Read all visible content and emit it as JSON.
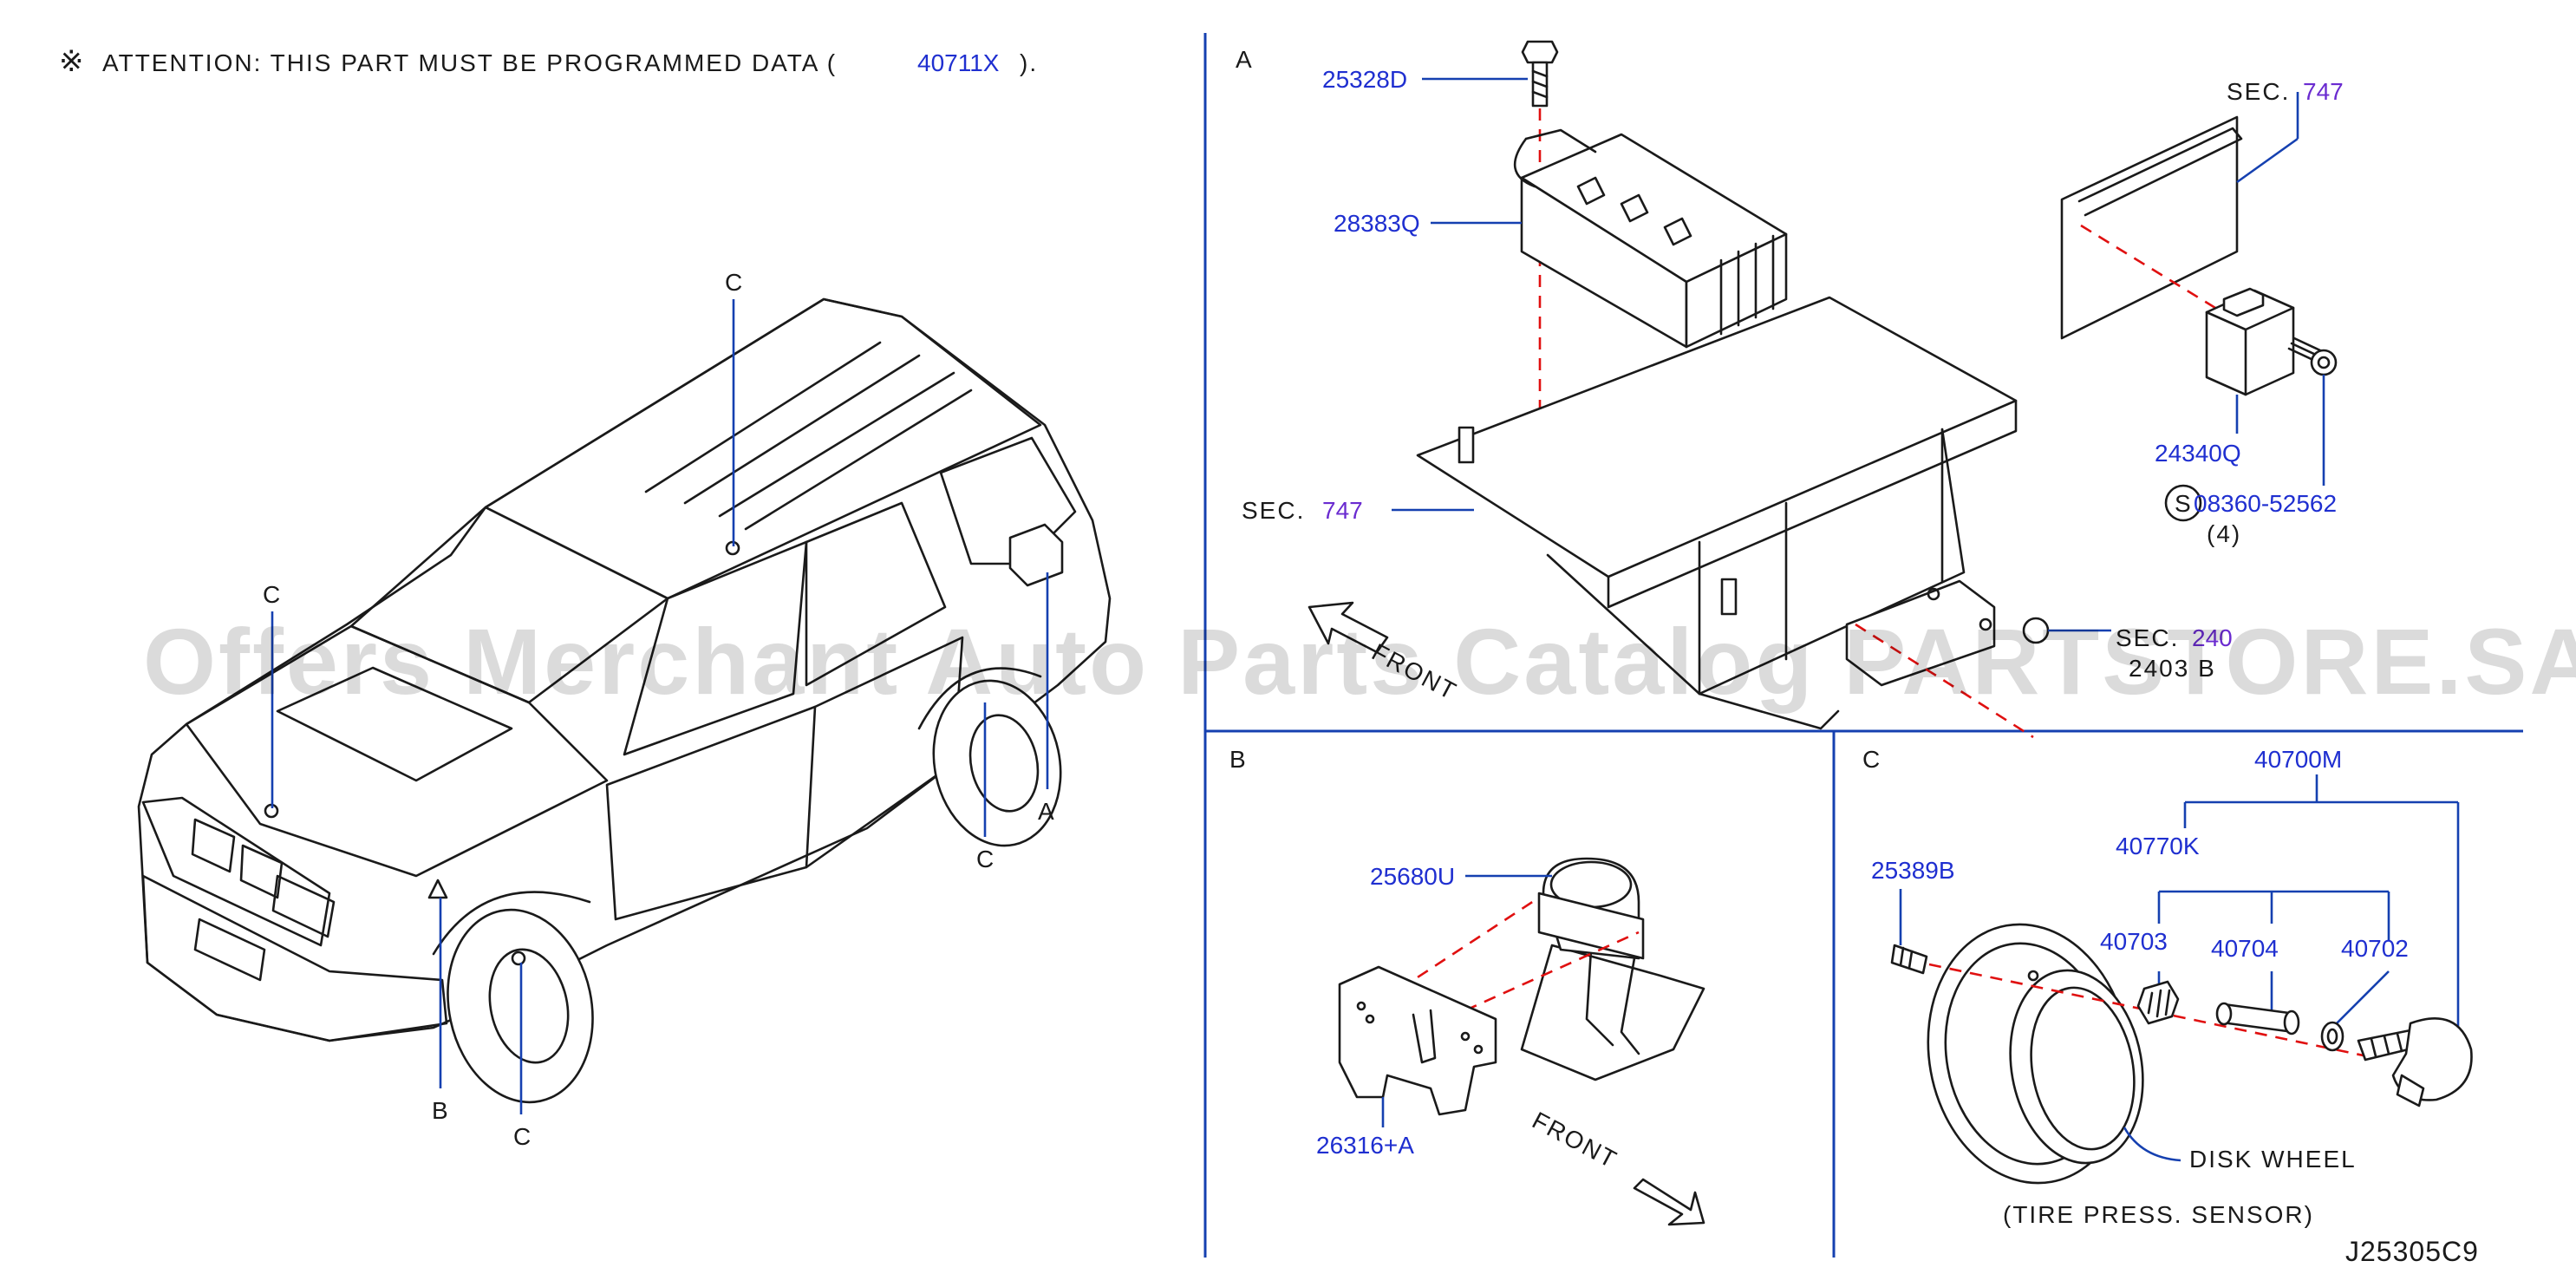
{
  "attention": {
    "symbol": "※",
    "text": "ATTENTION:  THIS  PART  MUST  BE  PROGRAMMED  DATA  (",
    "part": "40711X",
    "close": ")."
  },
  "vehicle_callouts": {
    "roof": "C",
    "hood": "C",
    "rear_box": "A",
    "rear_wheel": "C",
    "front_bumper": "B",
    "front_wheel": "C"
  },
  "section_a": {
    "title": "A",
    "parts": {
      "bolt": "25328D",
      "control_unit": "28383Q",
      "sec_right_label": "SEC.",
      "sec_right_num": "747",
      "module": "24340Q",
      "screw_prefix": "S",
      "screw": "08360-52562",
      "screw_qty": "(4)",
      "sec_left_label": "SEC.",
      "sec_left_num": "747",
      "front": "FRONT",
      "sec_hidden_label": "SEC.",
      "sec_hidden_num": "240",
      "hidden_part": "2403 B"
    }
  },
  "section_b": {
    "title": "B",
    "parts": {
      "horn": "25680U",
      "bracket": "26316+A",
      "front": "FRONT"
    }
  },
  "section_c": {
    "title": "C",
    "parts": {
      "assembly": "40700M",
      "kit": "40770K",
      "cap": "25389B",
      "nut": "40703",
      "valve": "40704",
      "grommet": "40702",
      "disk_wheel": "DISK   WHEEL",
      "sensor_note": "(TIRE   PRESS.   SENSOR)"
    }
  },
  "diagram_code": "J25305C9",
  "watermark": "Offers Merchant Auto Parts Catalog PARTSTORE.SA",
  "colors": {
    "part_number": "#1f2fd0",
    "section_ref": "#6a2bd0",
    "leader": "#1540b0",
    "dashed_guide": "#e01010"
  }
}
